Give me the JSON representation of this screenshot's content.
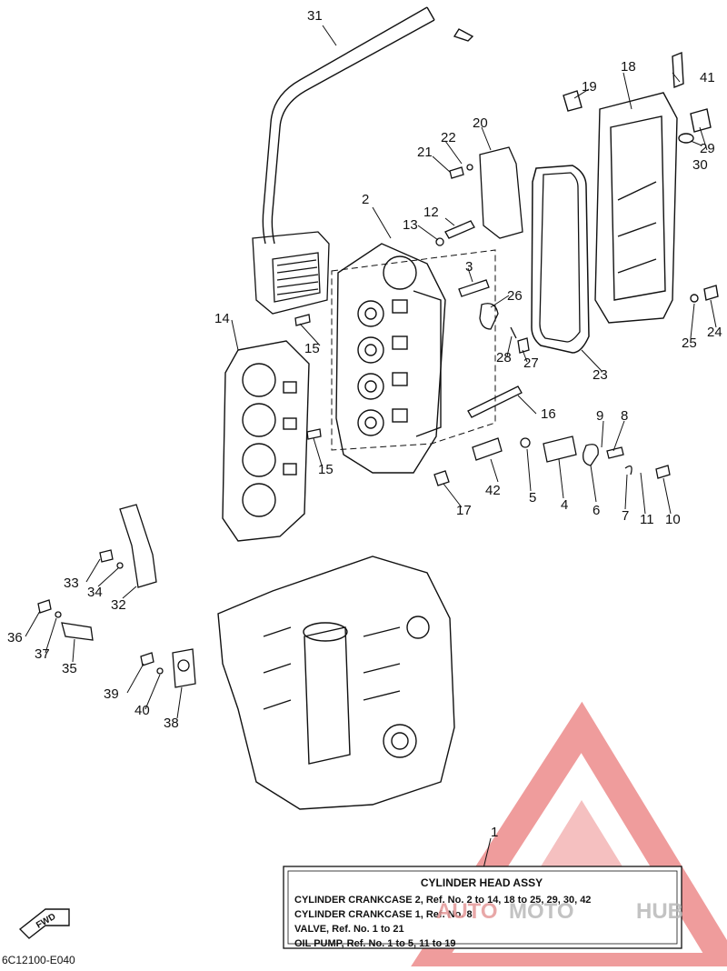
{
  "diagram": {
    "drawing_code": "6C12100-E040",
    "direction_marker": "FWD",
    "callouts": [
      "1",
      "2",
      "3",
      "4",
      "5",
      "6",
      "7",
      "8",
      "9",
      "10",
      "11",
      "12",
      "13",
      "14",
      "15",
      "15",
      "16",
      "17",
      "18",
      "19",
      "20",
      "21",
      "22",
      "23",
      "24",
      "25",
      "26",
      "27",
      "28",
      "29",
      "30",
      "31",
      "32",
      "33",
      "34",
      "35",
      "36",
      "37",
      "38",
      "39",
      "40",
      "41",
      "42"
    ],
    "reference_box": {
      "title": "CYLINDER HEAD ASSY",
      "rows": [
        "CYLINDER CRANKCASE 2,  Ref. No. 2 to 14, 18 to 25, 29, 30, 42",
        "CYLINDER CRANKCASE 1,  Ref. No. 8",
        "VALVE,   Ref. No. 1 to 21",
        "OIL PUMP,   Ref. No. 1 to 5, 11 to 19"
      ]
    },
    "watermark": {
      "text_a": "AUTO",
      "text_b": "MOTO",
      "text_c": "HUB"
    },
    "colors": {
      "line": "#111111",
      "watermark_red": "#e14a4a",
      "watermark_grey": "#b9b9b9"
    }
  }
}
